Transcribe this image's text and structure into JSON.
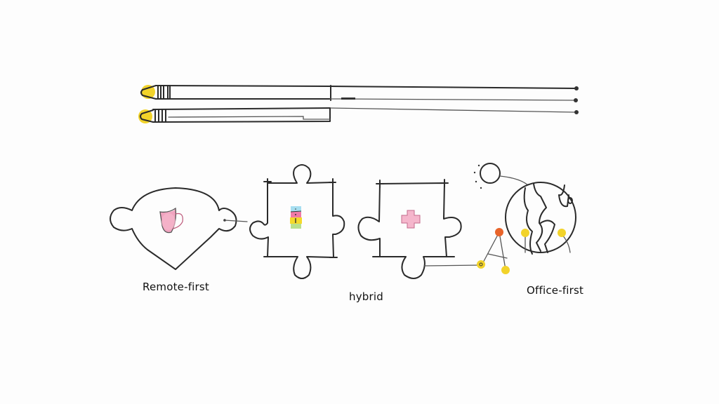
{
  "diagram": {
    "style": "hand-drawn sketch",
    "background": "#fdfdfd",
    "top_section": {
      "description": "Two elongated pencils with yellow erasers extending into three lines ending in dots",
      "pencils": [
        {
          "name": "pencil-1",
          "eraser_color": "#f2d32a"
        },
        {
          "name": "pencil-2",
          "eraser_color": "#f2d32a"
        }
      ],
      "line_endpoints": 3
    },
    "pieces": [
      {
        "id": "remote",
        "label": "Remote-first",
        "icon": "coffee-mug-icon",
        "icon_color": "#f0a3bf"
      },
      {
        "id": "hybrid",
        "label": "hybrid",
        "icon": "plus-cross-icon",
        "icon_color": "#f0a3bf",
        "extra_icon": "color-stack-icon",
        "stack_colors": [
          "#a6def0",
          "#f07aa7",
          "#f5d92a",
          "#b9e08a"
        ]
      },
      {
        "id": "office",
        "label": "Office-first",
        "icon": "globe-icon",
        "node_colors": {
          "hub": "#e8642a",
          "leaf": "#f2d32a"
        }
      }
    ],
    "colors": {
      "ink": "#2a2a2a",
      "pink": "#f0a3bf",
      "yellow": "#f2d32a",
      "orange": "#e8642a"
    }
  }
}
